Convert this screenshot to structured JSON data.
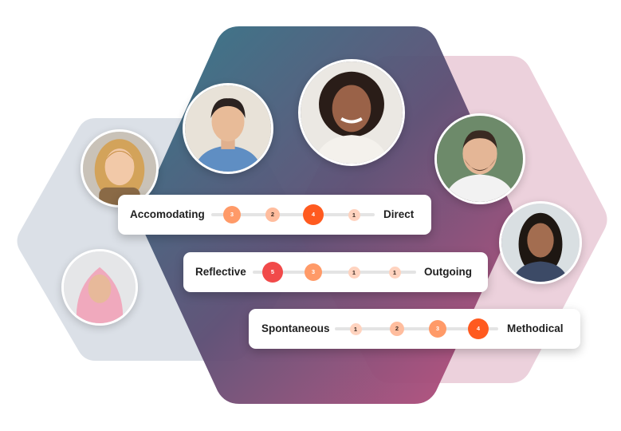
{
  "colors": {
    "hex_light": "#d7dde4",
    "hex_pink": "#e9c9d6",
    "gradient_start": "#2d7486",
    "gradient_mid": "#5c4d73",
    "gradient_end": "#c14c7c",
    "dot_level_1": "#ffd3bf",
    "dot_level_2": "#ffbd9e",
    "dot_level_3": "#ff9a68",
    "dot_level_4": "#ff5a1f",
    "dot_level_5": "#f14a4a"
  },
  "avatars": [
    {
      "name": "woman-curly-blonde",
      "icon": "person-photo"
    },
    {
      "name": "man-blue-shirt",
      "icon": "person-photo"
    },
    {
      "name": "woman-curly-headphones",
      "icon": "person-photo"
    },
    {
      "name": "man-beard-white-shirt",
      "icon": "person-photo"
    },
    {
      "name": "woman-dark-hair",
      "icon": "person-photo"
    },
    {
      "name": "woman-pink-hijab",
      "icon": "person-photo"
    }
  ],
  "scales": [
    {
      "left": "Accomodating",
      "right": "Direct",
      "dots": [
        3,
        2,
        4,
        1
      ]
    },
    {
      "left": "Reflective",
      "right": "Outgoing",
      "dots": [
        5,
        3,
        1,
        1
      ]
    },
    {
      "left": "Spontaneous",
      "right": "Methodical",
      "dots": [
        1,
        2,
        3,
        4
      ]
    }
  ]
}
